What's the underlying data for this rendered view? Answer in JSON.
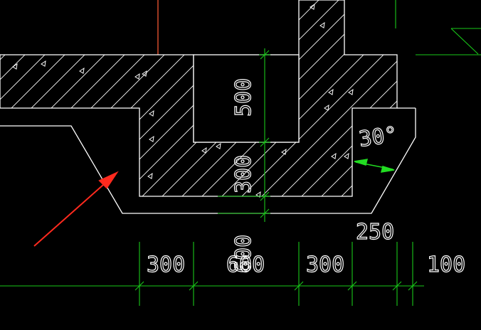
{
  "dimensions": {
    "vertical_500": "500",
    "vertical_300": "300",
    "vertical_600_ghost": "600",
    "angle": "30°",
    "bottom_250": "250",
    "bottom_300_left": "300",
    "bottom_600": "600",
    "bottom_300_right": "300",
    "bottom_100": "100"
  },
  "colors": {
    "background": "#000000",
    "outline": "#ffffff",
    "dimension": "#19c819",
    "hatch": "#ffffff",
    "red_line": "#d24b2a",
    "arrow": "#ff2a1e",
    "angle_arrow": "#22dd22"
  }
}
